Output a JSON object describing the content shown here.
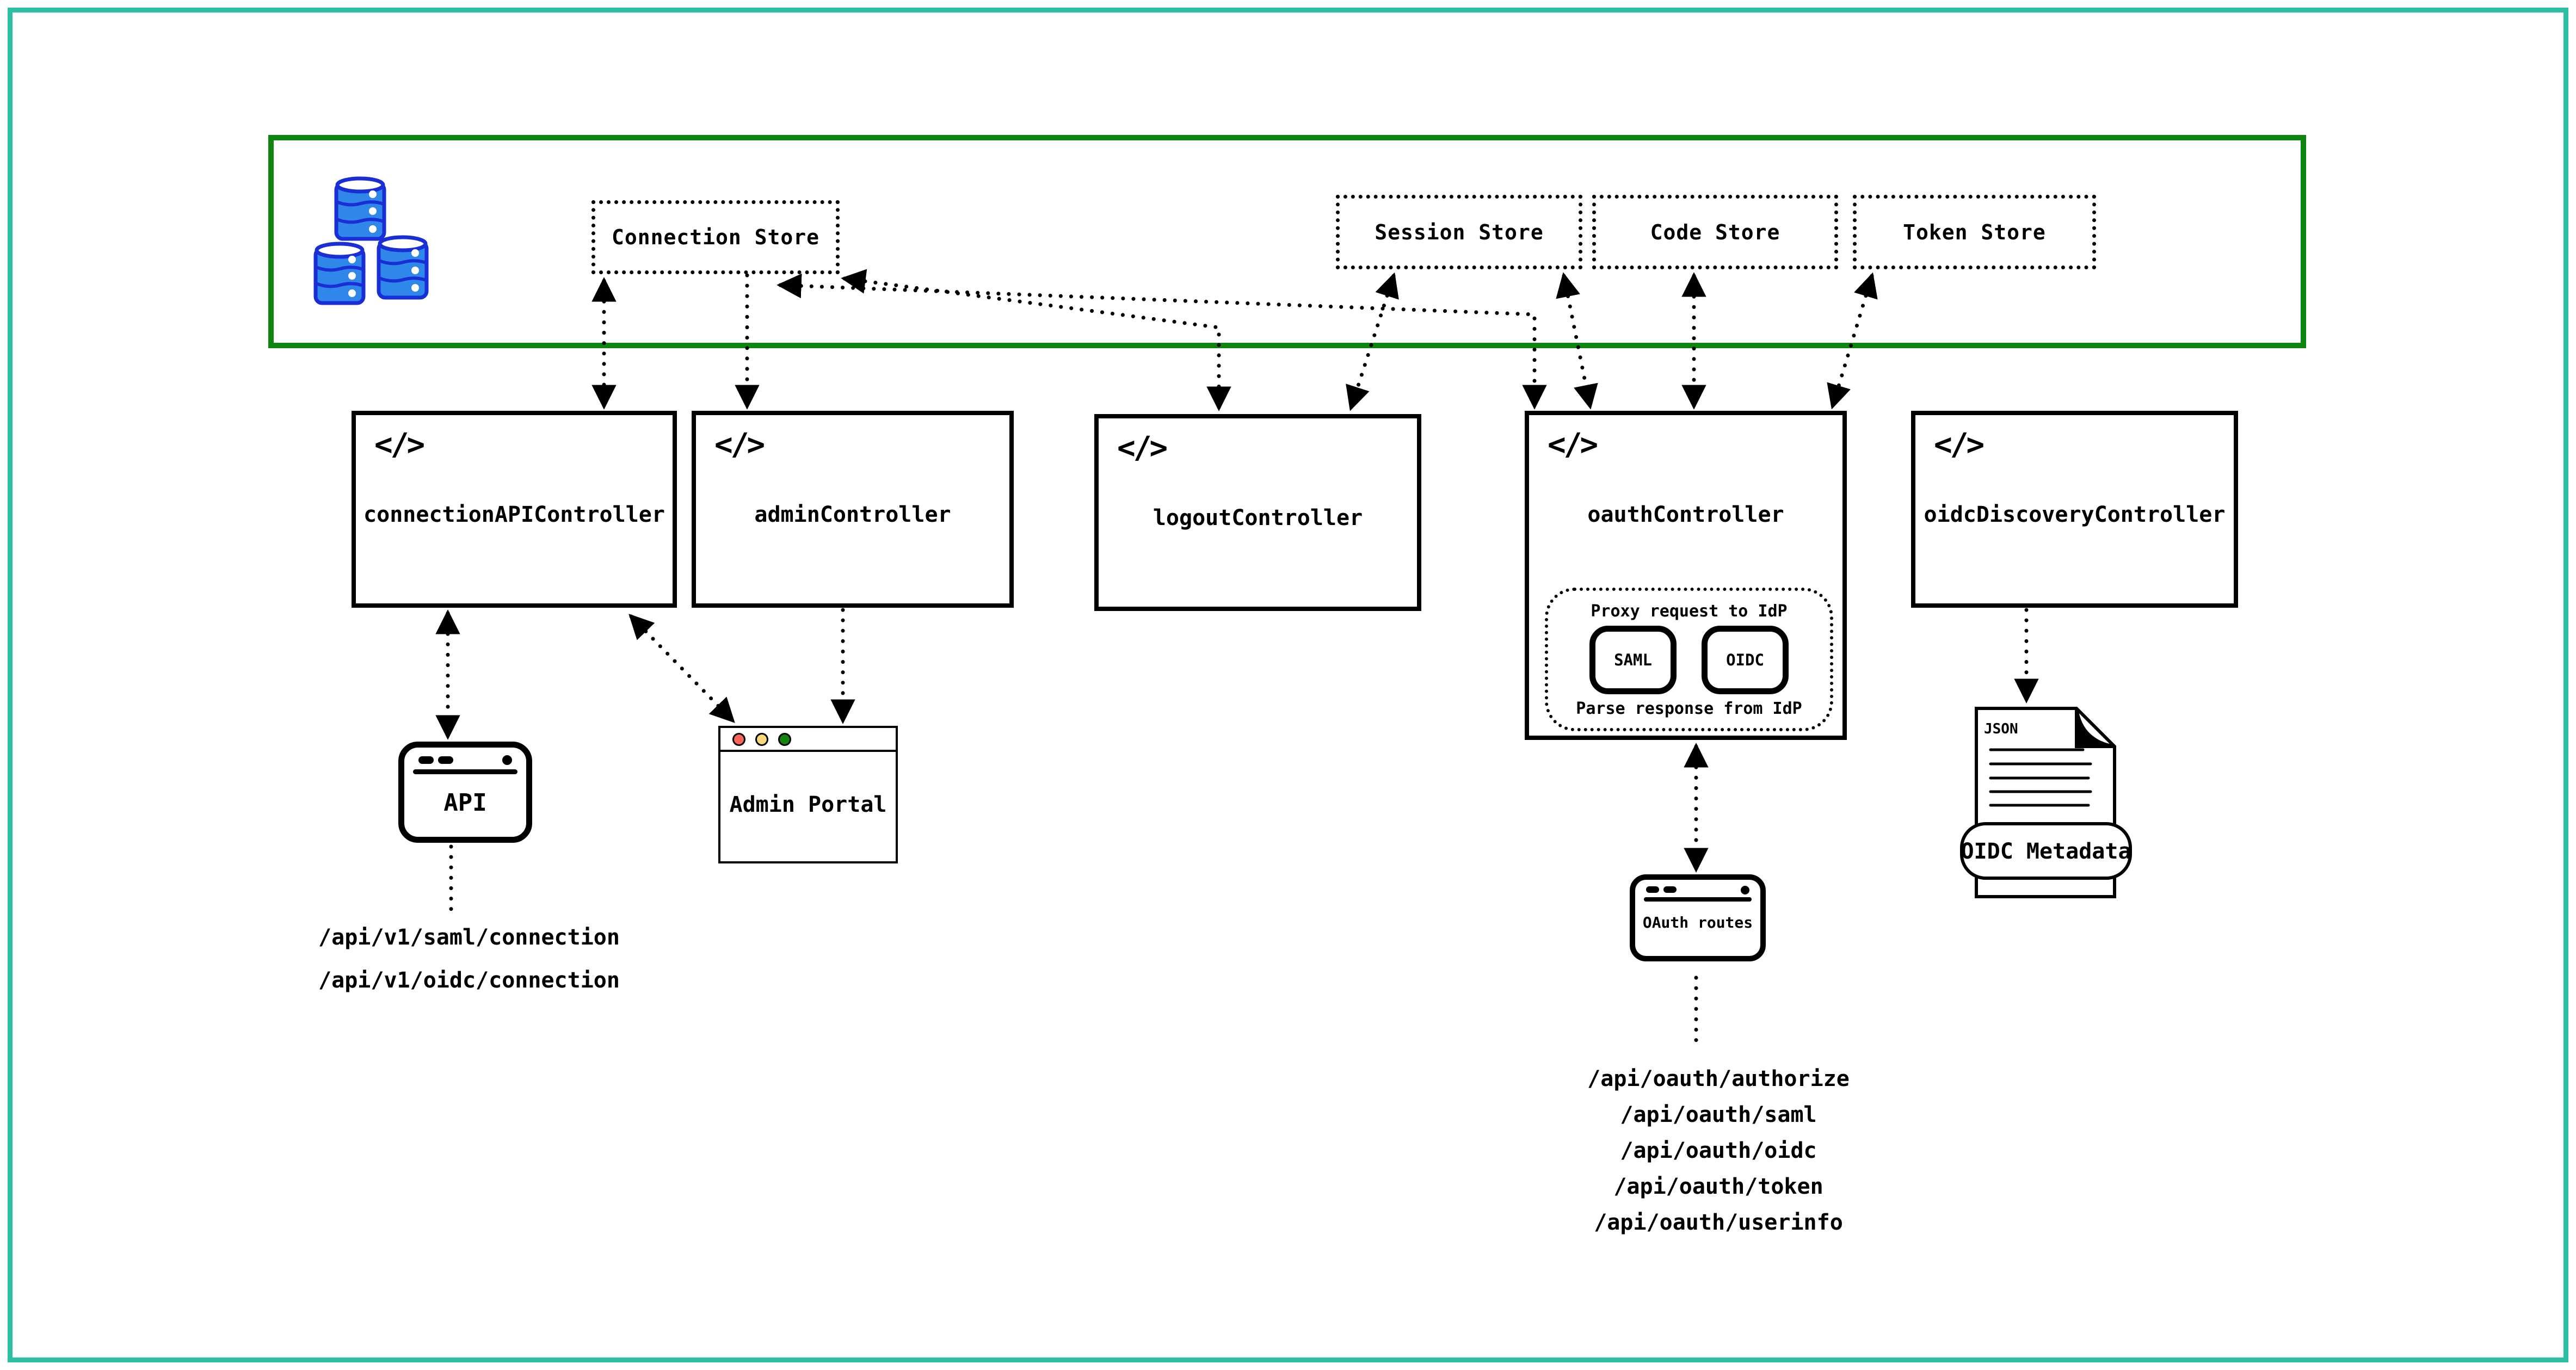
{
  "diagram": {
    "stores": {
      "connection": "Connection Store",
      "session": "Session Store",
      "code": "Code Store",
      "token": "Token Store"
    },
    "controllers": {
      "connection_api": "connectionAPIController",
      "admin": "adminController",
      "logout": "logoutController",
      "oauth": "oauthController",
      "oidc_discovery": "oidcDiscoveryController"
    },
    "code_icon": "</>",
    "oauth_proxy": {
      "top_label": "Proxy request to IdP",
      "saml": "SAML",
      "oidc": "OIDC",
      "bottom_label": "Parse response from IdP"
    },
    "windows": {
      "api": "API",
      "admin_portal": "Admin Portal",
      "oauth_routes": "OAuth routes"
    },
    "json_doc": {
      "type_label": "JSON",
      "banner": "OIDC Metadata"
    },
    "endpoints": {
      "connection_api": [
        "/api/v1/saml/connection",
        "/api/v1/oidc/connection"
      ],
      "oauth": [
        "/api/oauth/authorize",
        "/api/oauth/saml",
        "/api/oauth/oidc",
        "/api/oauth/token",
        "/api/oauth/userinfo"
      ]
    },
    "colors": {
      "outer_frame": "#2dbfa3",
      "store_container": "#0e850e",
      "db_fill": "#2f87ea",
      "db_outline": "#1a2ed6",
      "traffic_red": "#f9655b",
      "traffic_yellow": "#f8d87b",
      "traffic_green": "#15830f"
    }
  }
}
